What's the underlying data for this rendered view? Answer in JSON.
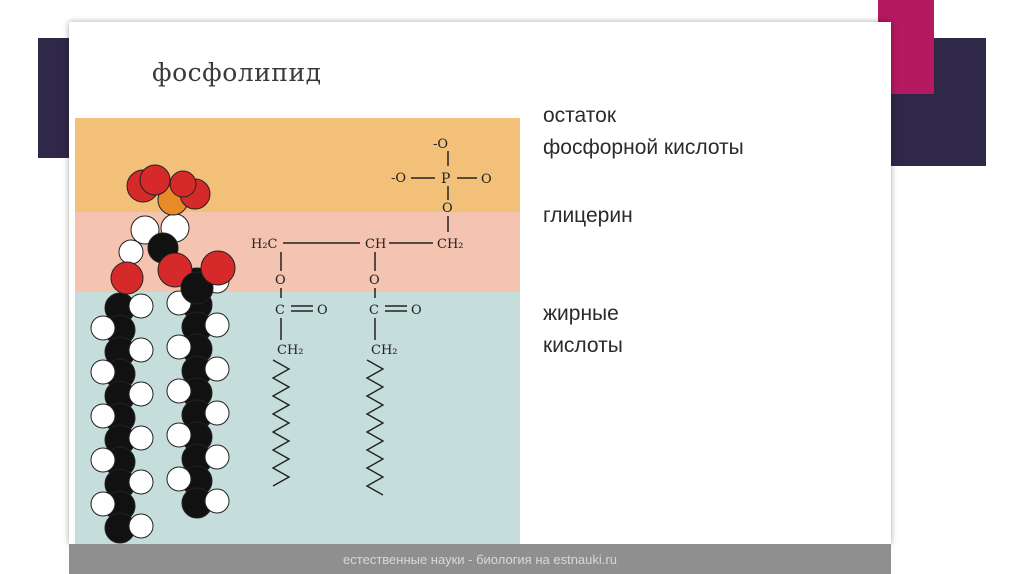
{
  "slide": {
    "title": "фосфолипид",
    "footer": "естественные науки - биология на estnauki.ru"
  },
  "labels": {
    "phosphate_group_line1": "остаток",
    "phosphate_group_line2": "фосфорной кислоты",
    "glycerol": "глицерин",
    "fatty_acids_line1": "жирные",
    "fatty_acids_line2": "кислоты"
  },
  "formula": {
    "o_top": "-O",
    "o_left": "-O",
    "p": "P",
    "o_right": "O",
    "o_bridge": "O",
    "c1": "H₂C",
    "c2": "CH",
    "c3": "CH₂",
    "ester_o_left": "O",
    "ester_o_right": "O",
    "carbonyl_c_left": "C",
    "carbonyl_c_right": "C",
    "carbonyl_o_left": "O",
    "carbonyl_o_right": "O",
    "ch2_left": "CH₂",
    "ch2_right": "CH₂"
  },
  "colors": {
    "phosphate_band": "#f3c07a",
    "glycerol_band": "#f4c4b0",
    "fatty_acid_band": "#c5dedc",
    "oxygen_atom": "#d62a2a",
    "phosphorus_atom": "#e88a2a",
    "carbon_atom": "#111111",
    "hydrogen_atom": "#ffffff",
    "accent_pink": "#b5195f",
    "accent_navy": "#2f2848"
  }
}
